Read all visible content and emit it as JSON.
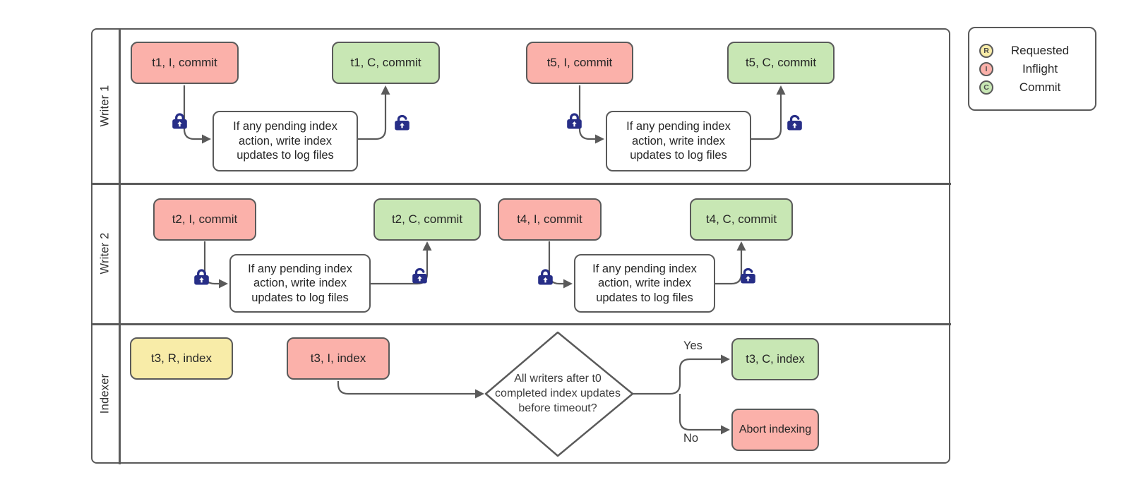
{
  "lanes": [
    {
      "label": "Writer 1"
    },
    {
      "label": "Writer 2"
    },
    {
      "label": "Indexer"
    }
  ],
  "nodes": {
    "t1_inflight": "t1, I, commit",
    "t1_commit": "t1, C, commit",
    "t5_inflight": "t5, I, commit",
    "t5_commit": "t5, C, commit",
    "t2_inflight": "t2, I, commit",
    "t2_commit": "t2, C, commit",
    "t4_inflight": "t4, I, commit",
    "t4_commit": "t4, C, commit",
    "t3_requested": "t3, R, index",
    "t3_inflight": "t3, I, index",
    "t3_commit": "t3, C, index",
    "abort": "Abort indexing"
  },
  "process_note": "If any pending index action, write index updates to log files",
  "decision": {
    "question": "All writers after t0 completed index updates before timeout?",
    "yes": "Yes",
    "no": "No"
  },
  "legend": [
    {
      "symbol": "R",
      "label": "Requested"
    },
    {
      "symbol": "I",
      "label": "Inflight"
    },
    {
      "symbol": "C",
      "label": "Commit"
    }
  ],
  "colors": {
    "requested": "#F8ECA8",
    "inflight": "#FBB1AA",
    "commit": "#C8E7B4",
    "lock": "#272E87"
  }
}
